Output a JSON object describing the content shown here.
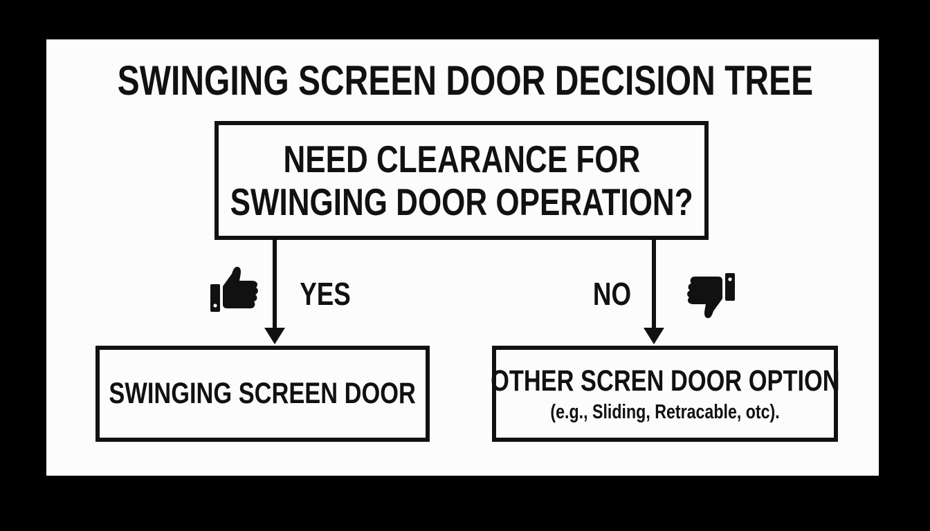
{
  "title": "SWINGING SCREEN DOOR DECISION TREE",
  "question": {
    "line1": "NEED CLEARANCE FOR",
    "line2": "SWINGING DOOR OPERATION?"
  },
  "branches": {
    "yes": {
      "label": "YES",
      "icon": "thumbs-up-icon",
      "result": "SWINGING SCREEN DOOR"
    },
    "no": {
      "label": "NO",
      "icon": "thumbs-down-icon",
      "result": "OTHER SCREN DOOR OPTION",
      "result_sub": "(e.g., Sliding, Retracable, otc)."
    }
  },
  "colors": {
    "background": "#000000",
    "panel": "#fcfcfc",
    "ink": "#111111"
  }
}
